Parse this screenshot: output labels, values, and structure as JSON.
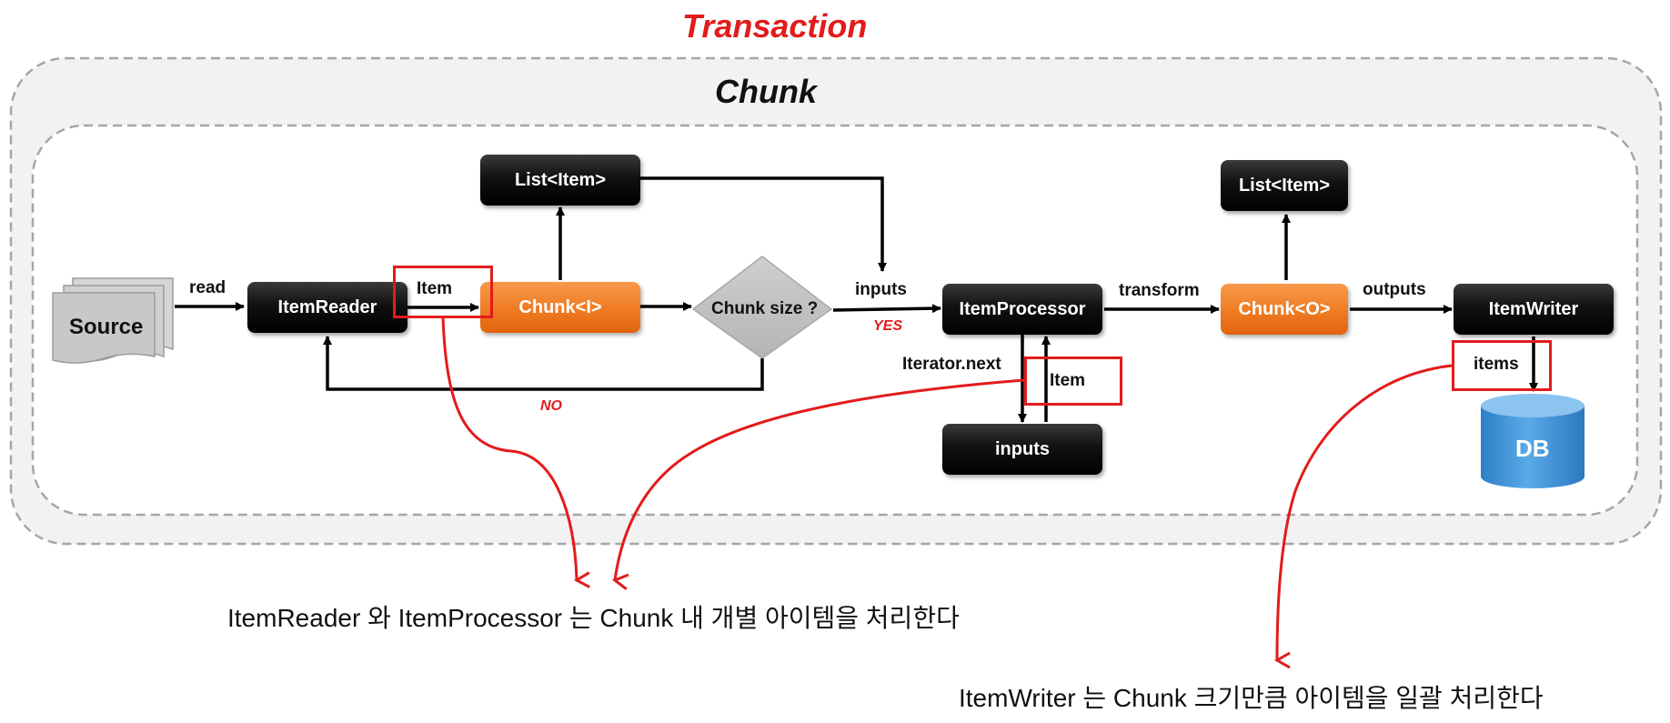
{
  "titles": {
    "transaction": "Transaction",
    "chunk": "Chunk"
  },
  "nodes": {
    "source": "Source",
    "item_reader": "ItemReader",
    "chunk_in": "Chunk<I>",
    "list_item_in": "List<Item>",
    "chunk_size": "Chunk size ?",
    "item_processor": "ItemProcessor",
    "processor_inputs": "inputs",
    "chunk_out": "Chunk<O>",
    "list_item_out": "List<Item>",
    "item_writer": "ItemWriter",
    "db": "DB"
  },
  "edge_labels": {
    "read": "read",
    "item_reader_out": "Item",
    "inputs": "inputs",
    "yes": "YES",
    "no": "NO",
    "iterator_next": "Iterator.next",
    "item_processor": "Item",
    "transform": "transform",
    "outputs": "outputs",
    "items": "items"
  },
  "annotations": {
    "reader_processor": "ItemReader 와 ItemProcessor 는 Chunk 내 개별 아이템을 처리한다",
    "writer": "ItemWriter 는 Chunk 크기만큼 아이템을 일괄 처리한다"
  },
  "colors": {
    "accent_red": "#e31b1b",
    "orange": "#ef7b22",
    "node_black": "#000000",
    "db_blue": "#3a8fd6",
    "region_fill": "#f2f2f2",
    "region_border": "#a6a6a6"
  }
}
